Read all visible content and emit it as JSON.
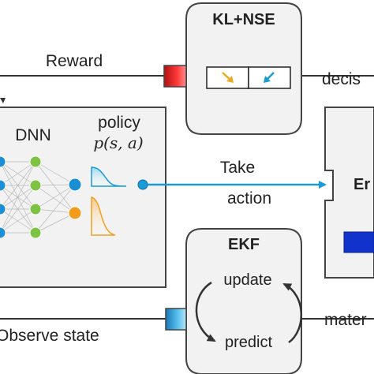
{
  "nodes": {
    "klnse": {
      "title": "KL+NSE"
    },
    "ekf": {
      "title": "EKF",
      "update": "update",
      "predict": "predict"
    },
    "policy_box": {
      "dnn": "DNN",
      "policy": "policy",
      "policy_fn": "p(s, a)"
    },
    "environment": {
      "title_fragment": "Er"
    }
  },
  "edges": {
    "reward": "Reward",
    "decision": "decis",
    "take_action_1": "Take",
    "take_action_2": "action",
    "observe_state": "Observe state",
    "measurement": "mater"
  },
  "colors": {
    "reward_port": "#e03030",
    "state_port": "#3aa0d8",
    "action_arrow": "#1a9ad6",
    "node_blue": "#1a8fd6",
    "node_green": "#7dc242",
    "node_orange": "#f39c1c",
    "env_block": "#1133cc",
    "box_fill": "#f2f2f2",
    "box_stroke": "#444444"
  }
}
